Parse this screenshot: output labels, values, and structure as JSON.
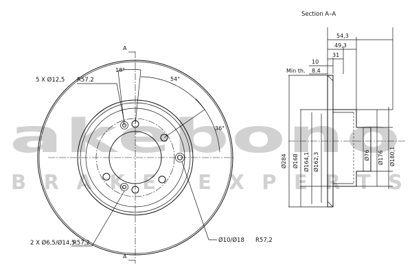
{
  "watermark": {
    "brand": "akebono",
    "tagline": "BRAKE EXPERTS"
  },
  "front_view": {
    "section_marker_top": "A",
    "section_marker_bottom": "A",
    "bolt_holes_label": "5 X Ø12,5",
    "bolt_holes_pcd": "R57.2",
    "small_holes_label": "2 X Ø6,5/Ø14,5",
    "small_holes_pcd": "R57,2",
    "pin_hole_label": "Ø10/Ø18",
    "pin_hole_pcd": "R57,2",
    "angle_a": "18°",
    "angle_b": "54°",
    "angle_c": "36°"
  },
  "section_view": {
    "title": "Section A–A",
    "dim_overall_height": "54,3",
    "dim_hat_height": "49,3",
    "dim_disc_thickness": "31",
    "dim_10": "10",
    "min_th_label": "Min th.",
    "min_th_value": "8.4",
    "dia_284": "Ø284",
    "dia_168": "Ø168",
    "dia_164": "Ø164,1",
    "dia_162": "Ø162,3",
    "dia_76": "Ø76",
    "dia_176": "Ø176",
    "dia_180": "Ø180,1"
  }
}
